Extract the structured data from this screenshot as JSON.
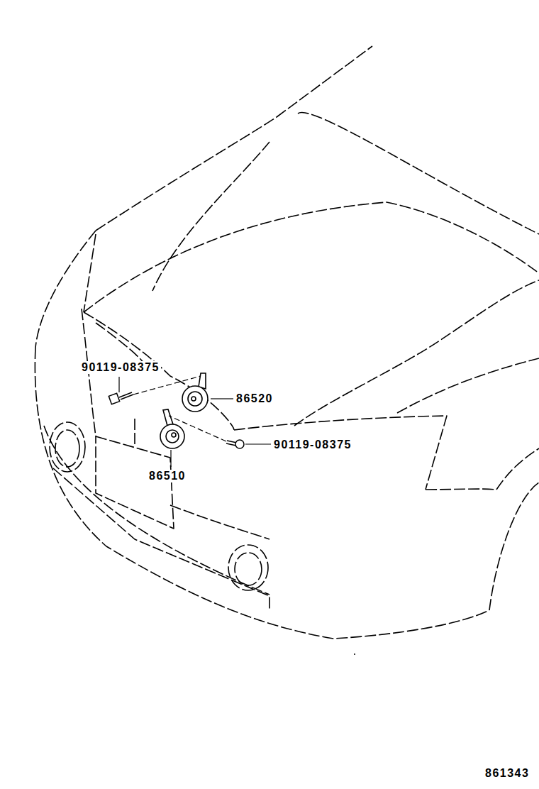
{
  "diagram": {
    "labels": [
      "90119-08375",
      "86520",
      "90119-08375",
      "86510",
      "861343"
    ]
  }
}
